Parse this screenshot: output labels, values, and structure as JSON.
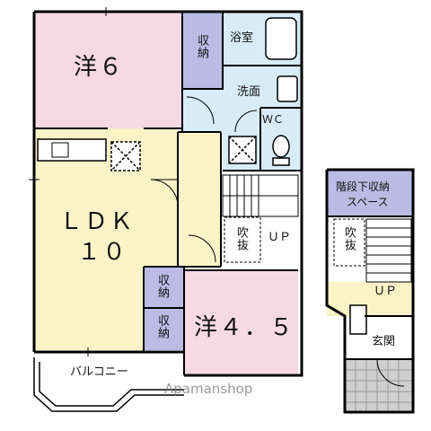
{
  "rooms": {
    "western6": "洋６",
    "western45": "洋４．５",
    "ldk_line1": "ＬＤＫ",
    "ldk_line2": "１０",
    "storage": "収納",
    "bath": "浴室",
    "washroom": "洗面",
    "wc": "ＷＣ",
    "fukinuke": "吹抜",
    "up": "ＵＰ",
    "balcony": "バルコニー",
    "under_stair_storage": "階段下収納",
    "space": "スペース",
    "entrance": "玄関"
  },
  "watermark": "Apamanshop",
  "colors": {
    "pink": "#f7d9e4",
    "yellow": "#fbf3c8",
    "blue": "#d7ecf7",
    "purple": "#bcbbe6",
    "wall": "#000000",
    "gray": "#cfcfcf"
  }
}
